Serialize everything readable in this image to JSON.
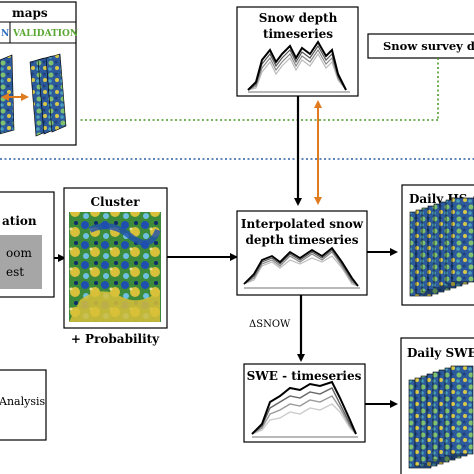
{
  "boxes": {
    "maps": {
      "title": "maps",
      "split_left": "N",
      "split_right": "VALIDATION"
    },
    "snow_depth": {
      "title_line1": "Snow depth",
      "title_line2": "timeseries"
    },
    "survey": {
      "label": "Snow survey da"
    },
    "classification": {
      "title": "ation",
      "inner_line1": "oom",
      "inner_line2": "est"
    },
    "cluster": {
      "title": "Cluster",
      "caption": "+ Probability"
    },
    "interpolated": {
      "title_line1": "Interpolated snow",
      "title_line2": "depth timeseries"
    },
    "daily_hs": {
      "title": "Daily HS-m"
    },
    "swe": {
      "title": "SWE - timeseries"
    },
    "daily_swe": {
      "title": "Daily SWE-"
    },
    "analysis": {
      "label": "Analysis"
    }
  },
  "labels": {
    "delta_snow": "ΔSNOW"
  },
  "colors": {
    "validation_green": "#5aa832",
    "split_blue": "#2f6fbf",
    "dotted_green": "#4f9a2a",
    "dotted_blue": "#2b5fa8",
    "orange_arrow": "#e07b20"
  }
}
